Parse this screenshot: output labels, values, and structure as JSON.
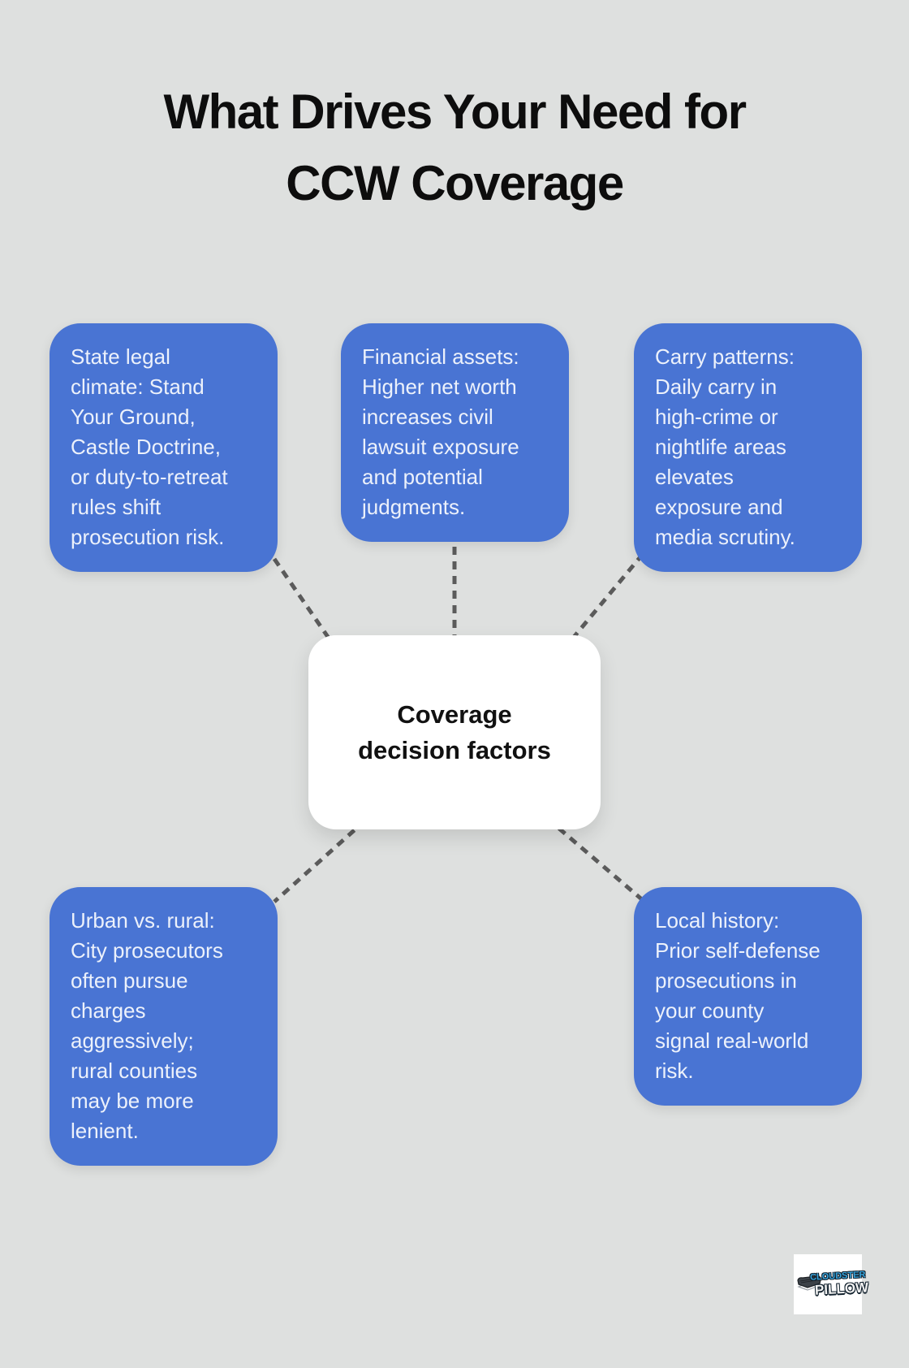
{
  "title": "What Drives Your Need for\nCCW Coverage",
  "center_node": {
    "label": "Coverage\ndecision factors"
  },
  "factors": [
    {
      "id": "state-legal-climate",
      "text": "State legal\nclimate: Stand\nYour Ground,\nCastle Doctrine,\nor duty-to-retreat\nrules shift\nprosecution risk."
    },
    {
      "id": "financial-assets",
      "text": "Financial assets:\nHigher net worth\nincreases civil\nlawsuit exposure\nand potential\njudgments."
    },
    {
      "id": "carry-patterns",
      "text": "Carry patterns:\nDaily carry in\nhigh-crime or\nnightlife areas\nelevates\nexposure and\nmedia scrutiny."
    },
    {
      "id": "urban-vs-rural",
      "text": "Urban vs. rural:\nCity prosecutors\noften pursue\ncharges\naggressively;\nrural counties\nmay be more\nlenient."
    },
    {
      "id": "local-history",
      "text": "Local history:\nPrior self-defense\nprosecutions in\nyour county\nsignal real-world\nrisk."
    }
  ],
  "logo": {
    "line1": "CLOUDSTER",
    "line2": "PILLOW"
  },
  "colors": {
    "background": "#dee0df",
    "node_blue": "#4974d3",
    "node_text": "#ecf1fb",
    "center_bg": "#ffffff",
    "center_text": "#111111",
    "connector_gray": "#5b5b5b",
    "title_black": "#0d0d0d",
    "logo_blue": "#35a3dc"
  }
}
